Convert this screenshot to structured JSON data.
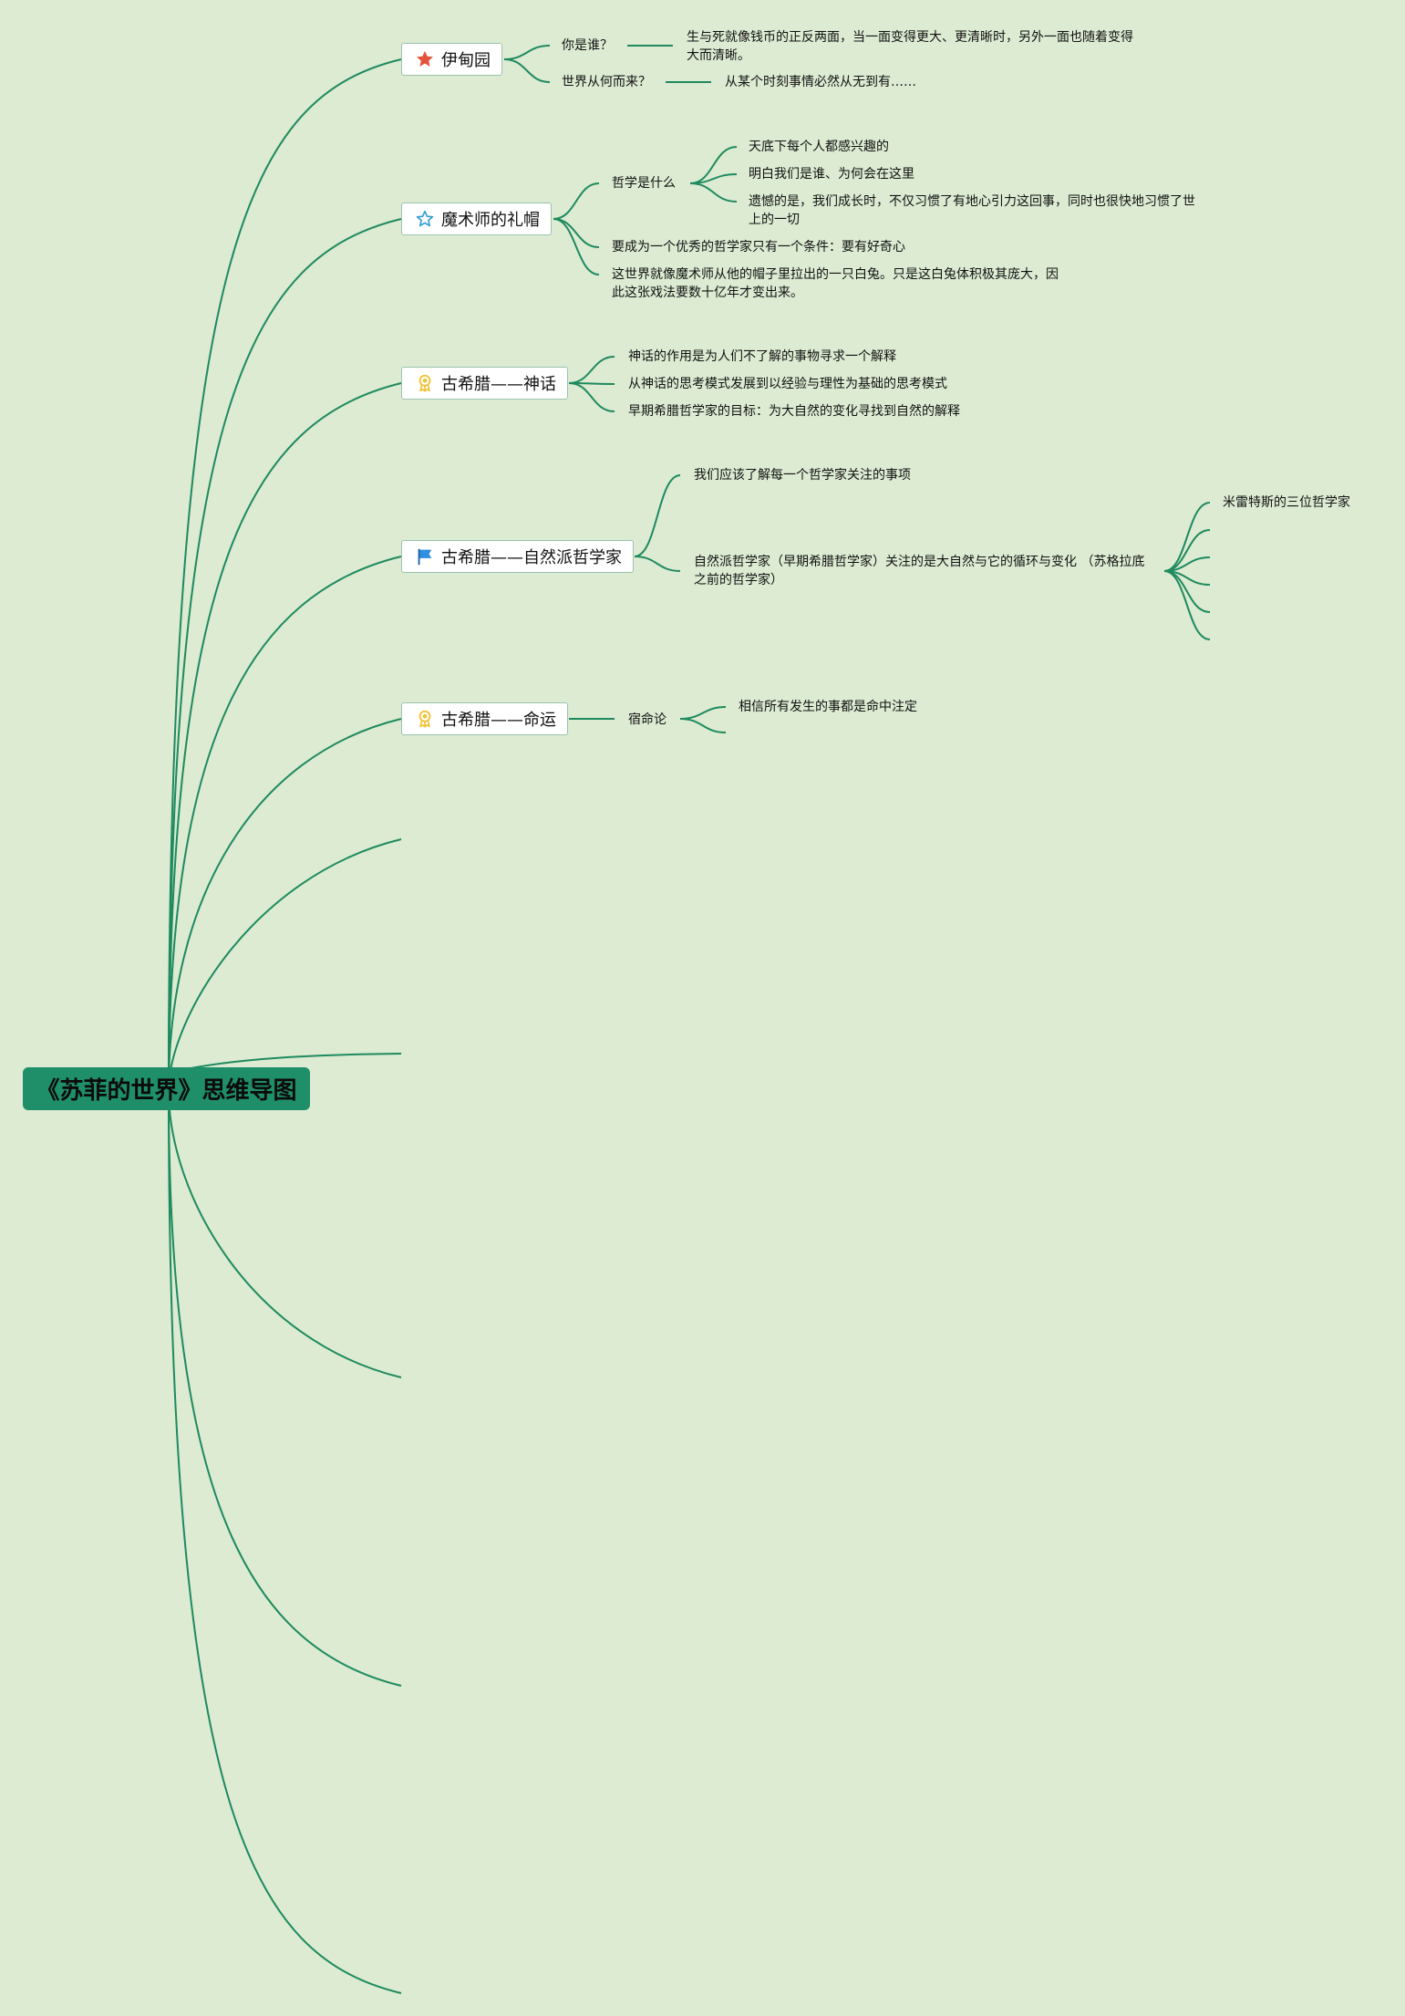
{
  "root": {
    "title": "《苏菲的世界》思维导图"
  },
  "topics": [
    {
      "label": "伊甸园",
      "icon": "star-filled-icon"
    },
    {
      "label": "魔术师的礼帽",
      "icon": "star-outline-icon"
    },
    {
      "label": "古希腊——神话",
      "icon": "award-medal-icon"
    },
    {
      "label": "古希腊——自然派哲学家",
      "icon": "flag-icon"
    },
    {
      "label": "古希腊——命运",
      "icon": "award-medal-icon"
    }
  ],
  "eden": {
    "q1": "你是谁？",
    "a1": "生与死就像钱币的正反两面，当一面变得更大、更清晰时，另外一面也随着变得大而清晰。",
    "q2": "世界从何而来？",
    "a2": "从某个时刻事情必然从无到有……"
  },
  "hat": {
    "what": "哲学是什么",
    "what_items": [
      "天底下每个人都感兴趣的",
      "明白我们是谁、为何会在这里",
      "遗憾的是，我们成长时，不仅习惯了有地心引力这回事，同时也很快地习惯了世上的一切"
    ],
    "condition": "要成为一个优秀的哲学家只有一个条件：要有好奇心",
    "rabbit": "这世界就像魔术师从他的帽子里拉出的一只白兔。只是这白兔体积极其庞大，因此这张戏法要数十亿年才变出来。"
  },
  "myth": {
    "items": [
      "神话的作用是为人们不了解的事物寻求一个解释",
      "从神话的思考模式发展到以经验与理性为基础的思考模式",
      "早期希腊哲学家的目标：为大自然的变化寻找到自然的解释"
    ]
  },
  "nature": {
    "item1": "我们应该了解每一个哲学家关注的事项",
    "item2": "自然派哲学家（早期希腊哲学家）关注的是大自然与它的循环与变化 （苏格拉底之前的哲学家）",
    "sub1": "米雷特斯的三位哲学家"
  },
  "fate": {
    "item": "宿命论",
    "sub": "相信所有发生的事都是命中注定"
  },
  "colors": {
    "background": "#dcebd2",
    "line": "#1e8a5e",
    "root": "#1f8f6a",
    "star_filled": "#e2553a",
    "star_outline": "#2f9fd0",
    "medal": "#f1c233",
    "flag": "#2f8fe0"
  }
}
